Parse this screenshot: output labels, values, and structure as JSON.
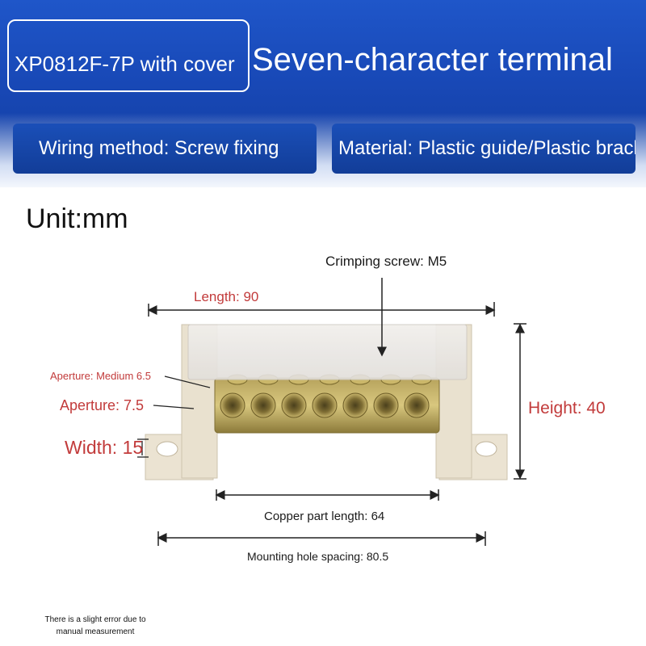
{
  "header": {
    "model": "XP0812F-7P with cover",
    "title": "Seven-character terminal"
  },
  "features": {
    "wiring": "Wiring method: Screw fixing",
    "material": "Material: Plastic guide/Plastic bracket"
  },
  "unit": "Unit:mm",
  "dimensions": {
    "crimping_screw": "Crimping screw: M5",
    "length": "Length: 90",
    "aperture_medium": "Aperture: Medium 6.5",
    "aperture": "Aperture: 7.5",
    "width": "Width: 15",
    "height": "Height: 40",
    "copper_length": "Copper part length: 64",
    "mounting_spacing": "Mounting hole spacing: 80.5"
  },
  "note": "There is a slight error due to manual measurement",
  "product": {
    "holes": 7
  }
}
